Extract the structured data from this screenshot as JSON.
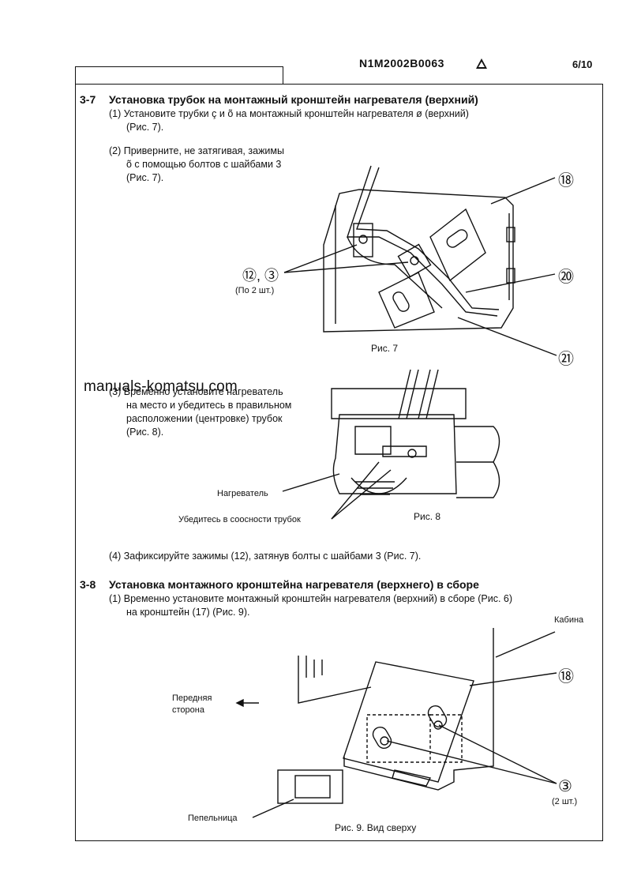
{
  "header": {
    "doc_code": "N1M2002B0063",
    "page": "6/10"
  },
  "section_3_7": {
    "num": "3-7",
    "title": "Установка трубок на монтажный кронштейн нагревателя (верхний)",
    "step1_line1": "(1) Установите трубки ç   и õ   на монтажный кронштейн нагревателя ø   (верхний)",
    "step1_line2": "(Рис. 7).",
    "step2_line1": "(2) Приверните, не затягивая, зажимы",
    "step2_line2": "õ   с помощью болтов с шайбами 3",
    "step2_line3": "(Рис. 7).",
    "fig7_label_parts": "⑫, ③",
    "fig7_qty": "(По 2 шт.)",
    "fig7_callout_18": "⑱",
    "fig7_callout_20": "⑳",
    "fig7_callout_21": "㉑",
    "fig7_caption": "Рис. 7",
    "watermark": "manuals-komatsu.com",
    "step3_line1": "(3) Временно установите нагреватель",
    "step3_line2": "на место и убедитесь в правильном",
    "step3_line3": "расположении (центровке) трубок",
    "step3_line4": "(Рис. 8).",
    "fig8_heater_label": "Нагреватель",
    "fig8_alignment_label": "Убедитесь в соосности трубок",
    "fig8_caption": "Рис. 8",
    "step4": "(4) Зафиксируйте зажимы (12), затянув болты с шайбами 3   (Рис. 7)."
  },
  "section_3_8": {
    "num": "3-8",
    "title": "Установка монтажного кронштейна нагревателя (верхнего) в сборе",
    "step1_line1": "(1) Временно установите монтажный кронштейн нагревателя (верхний) в сборе (Рис. 6)",
    "step1_line2": "на кронштейн (17) (Рис. 9).",
    "fig9_cab_label": "Кабина",
    "fig9_callout_18": "⑱",
    "fig9_front_label_1": "Передняя",
    "fig9_front_label_2": "сторона",
    "fig9_callout_3": "③",
    "fig9_qty": "(2 шт.)",
    "fig9_ashtray_label": "Пепельница",
    "fig9_caption": "Рис. 9. Вид сверху"
  }
}
